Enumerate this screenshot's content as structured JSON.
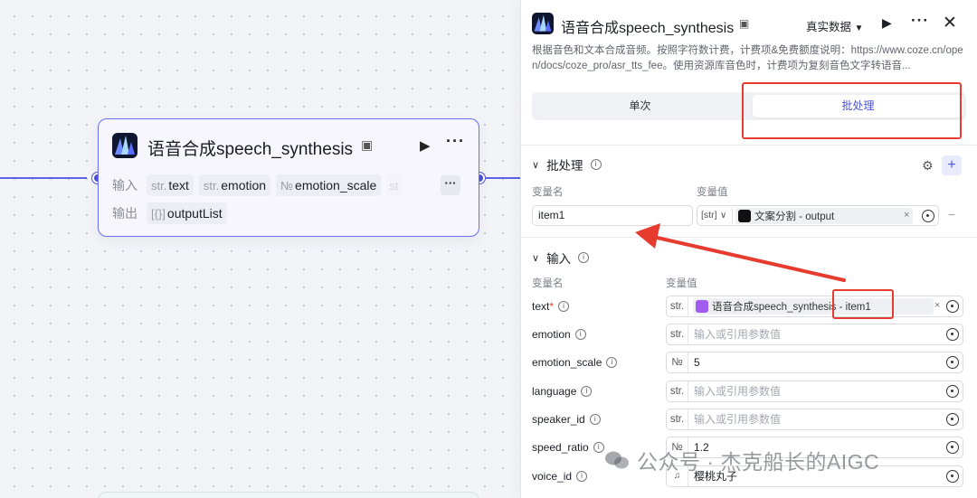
{
  "canvas": {
    "node": {
      "title": "语音合成speech_synthesis",
      "input_label": "输入",
      "output_label": "输出",
      "inputs": [
        {
          "type": "str.",
          "name": "text"
        },
        {
          "type": "str.",
          "name": "emotion"
        },
        {
          "type": "№",
          "name": "emotion_scale"
        },
        {
          "type": "st",
          "name": ""
        }
      ],
      "more_chip": "···",
      "output": {
        "type": "[{}]",
        "name": "outputList"
      }
    }
  },
  "panel": {
    "title": "语音合成speech_synthesis",
    "real_data": "真实数据",
    "description": "根据音色和文本合成音频。按照字符数计费，计费项&免费额度说明：https://www.coze.cn/open/docs/coze_pro/asr_tts_fee。使用资源库音色时，计费项为复刻音色文字转语音...",
    "tabs": {
      "single": "单次",
      "batch": "批处理"
    },
    "batch_section": {
      "title": "批处理",
      "col_name": "变量名",
      "col_value": "变量值",
      "var_name": "item1",
      "var_type": "[str]",
      "ref_text": "文案分割 - output"
    },
    "input_section": {
      "title": "输入",
      "col_name": "变量名",
      "col_value": "变量值",
      "rows": [
        {
          "name": "text",
          "required": "*",
          "type": "str.",
          "ref": "语音合成speech_synthesis - item1"
        },
        {
          "name": "emotion",
          "type": "str.",
          "placeholder": "输入或引用参数值"
        },
        {
          "name": "emotion_scale",
          "type": "№",
          "value": "5"
        },
        {
          "name": "language",
          "type": "str.",
          "placeholder": "输入或引用参数值"
        },
        {
          "name": "speaker_id",
          "type": "str.",
          "placeholder": "输入或引用参数值"
        },
        {
          "name": "speed_ratio",
          "type": "№",
          "value": "1.2"
        },
        {
          "name": "voice_id",
          "type": "",
          "ref": "樱桃丸子"
        }
      ]
    }
  },
  "watermark": "公众号 · 杰克船长的AIGC",
  "colors": {
    "accent": "#4c52d9",
    "annotation_red": "#e53c2f"
  }
}
